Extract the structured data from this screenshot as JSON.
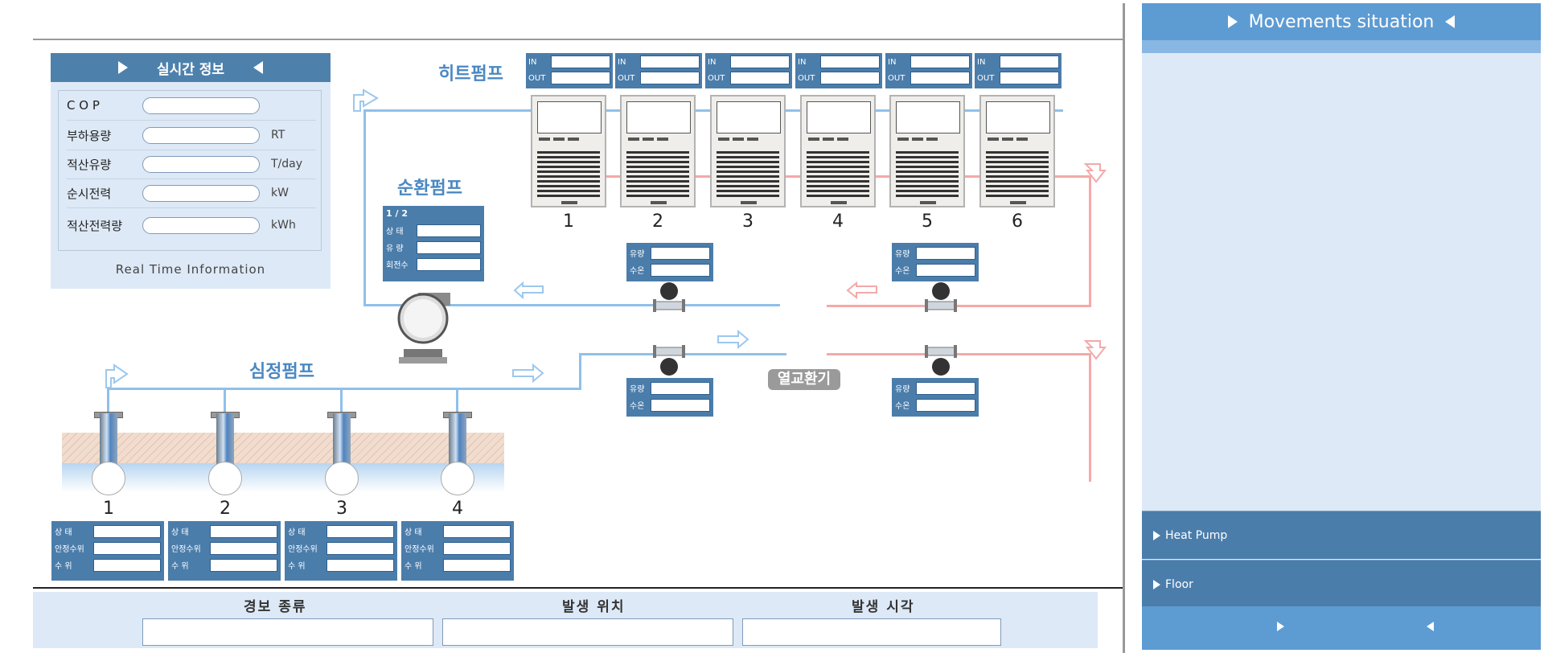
{
  "realtime": {
    "title": "실시간 정보",
    "footer": "Real Time Information",
    "rows": [
      {
        "label": "C O P",
        "unit": ""
      },
      {
        "label": "부하용량",
        "unit": "RT"
      },
      {
        "label": "적산유량",
        "unit": "T/day"
      },
      {
        "label": "순시전력",
        "unit": "kW"
      },
      {
        "label": "적산전력량",
        "unit": "kWh"
      }
    ]
  },
  "heat_pump": {
    "title": "히트펌프",
    "in_label": "IN",
    "out_label": "OUT",
    "units": [
      "1",
      "2",
      "3",
      "4",
      "5",
      "6"
    ]
  },
  "circ_pump": {
    "title": "순환펌프",
    "page": "1 / 2",
    "fields": [
      "상 태",
      "유 량",
      "회전수"
    ]
  },
  "flow_meter": {
    "fields": [
      "유량",
      "수온"
    ]
  },
  "exchanger": {
    "label": "열교환기"
  },
  "well_pump": {
    "title": "심정펌프",
    "wells": [
      "1",
      "2",
      "3",
      "4"
    ],
    "fields": [
      "상 태",
      "안정수위",
      "수 위"
    ]
  },
  "alarm": {
    "col1": "경보 종류",
    "col2": "발생 위치",
    "col3": "발생 시각"
  },
  "right_panel": {
    "title": "Movements situation",
    "items": [
      "Heat Pump",
      "Floor"
    ]
  },
  "colors": {
    "panel_blue": "#4b7dab",
    "light_bg": "#dde9f6",
    "cold_pipe": "#8fc0ea",
    "hot_pipe": "#f4a9a9"
  }
}
